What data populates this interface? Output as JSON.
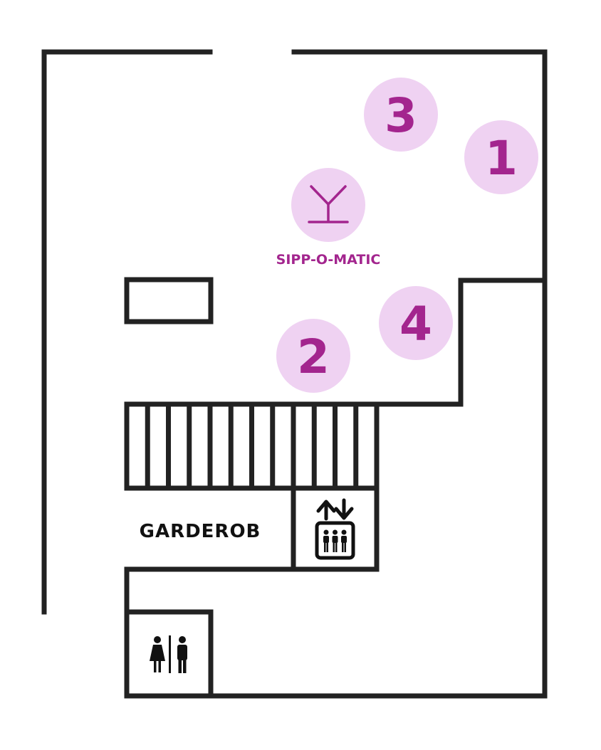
{
  "colors": {
    "wall": "#222222",
    "marker_fill": "#efd2f2",
    "accent": "#a3258e",
    "label": "#111111",
    "background": "#ffffff"
  },
  "markers": [
    {
      "id": "marker-1",
      "label": "1"
    },
    {
      "id": "marker-2",
      "label": "2"
    },
    {
      "id": "marker-3",
      "label": "3"
    },
    {
      "id": "marker-4",
      "label": "4"
    }
  ],
  "bar": {
    "icon": "cocktail-glass-icon",
    "label": "SIPP-O-MATIC"
  },
  "cloakroom": {
    "label": "GARDEROB"
  },
  "elevator": {
    "icon": "elevator-icon"
  },
  "restroom": {
    "icon": "restroom-icon"
  },
  "stairs": {
    "icon": "staircase",
    "steps": 12
  }
}
